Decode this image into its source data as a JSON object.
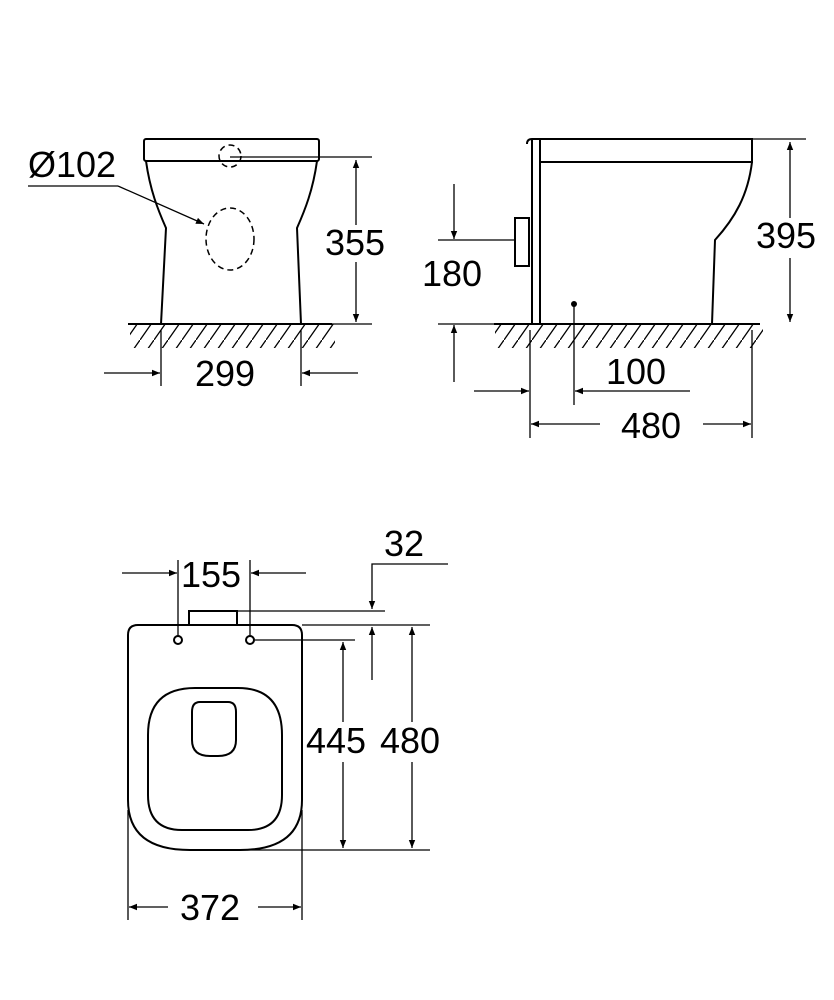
{
  "front_view": {
    "outlet_diameter": "Ø102",
    "height": "355",
    "width": "299"
  },
  "side_view": {
    "inlet_height": "180",
    "total_height": "395",
    "outlet_offset": "100",
    "depth": "480"
  },
  "top_view": {
    "hinge_spacing": "155",
    "hinge_offset": "32",
    "seat_length": "445",
    "total_length": "480",
    "width": "372"
  }
}
